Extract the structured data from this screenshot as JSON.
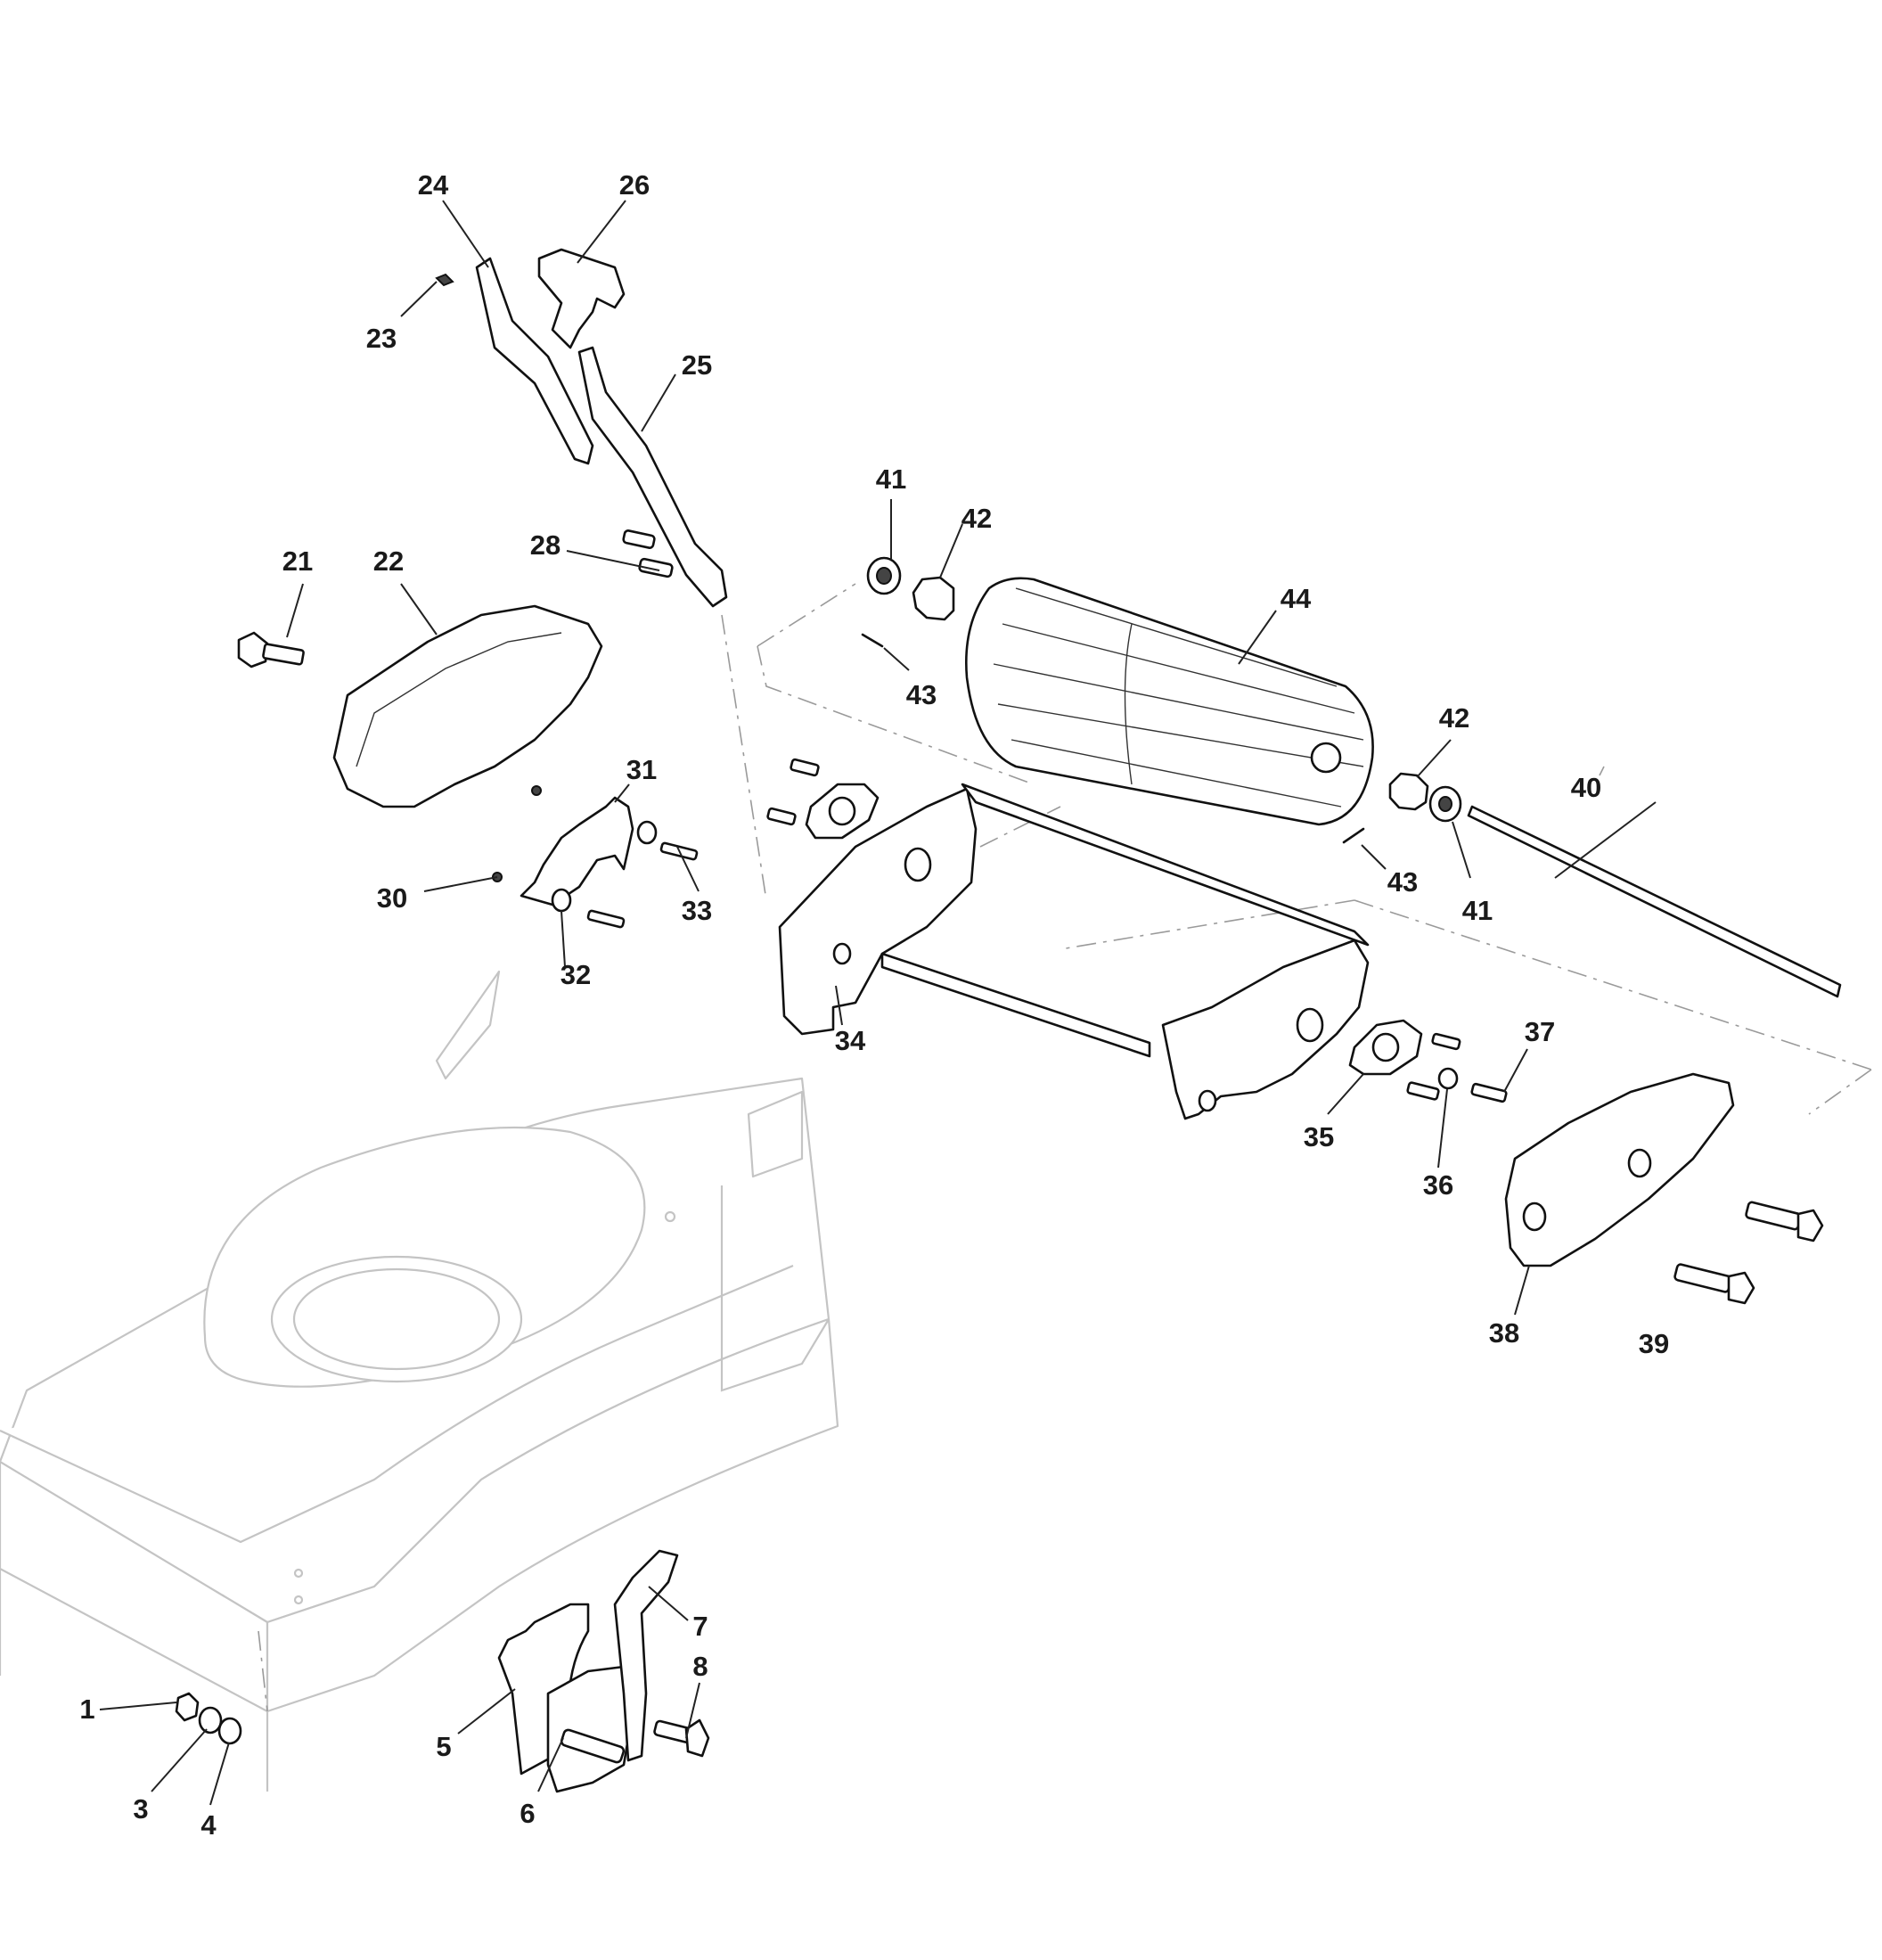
{
  "diagram": {
    "callouts": [
      {
        "id": "c1",
        "label": "1"
      },
      {
        "id": "c3",
        "label": "3"
      },
      {
        "id": "c4",
        "label": "4"
      },
      {
        "id": "c5",
        "label": "5"
      },
      {
        "id": "c6",
        "label": "6"
      },
      {
        "id": "c7",
        "label": "7"
      },
      {
        "id": "c8",
        "label": "8"
      },
      {
        "id": "c21",
        "label": "21"
      },
      {
        "id": "c22",
        "label": "22"
      },
      {
        "id": "c23",
        "label": "23"
      },
      {
        "id": "c24",
        "label": "24"
      },
      {
        "id": "c25",
        "label": "25"
      },
      {
        "id": "c26",
        "label": "26"
      },
      {
        "id": "c28",
        "label": "28"
      },
      {
        "id": "c30",
        "label": "30"
      },
      {
        "id": "c31",
        "label": "31"
      },
      {
        "id": "c32",
        "label": "32"
      },
      {
        "id": "c33",
        "label": "33"
      },
      {
        "id": "c34",
        "label": "34"
      },
      {
        "id": "c35",
        "label": "35"
      },
      {
        "id": "c36",
        "label": "36"
      },
      {
        "id": "c37",
        "label": "37"
      },
      {
        "id": "c38",
        "label": "38"
      },
      {
        "id": "c39",
        "label": "39"
      },
      {
        "id": "c40",
        "label": "40"
      },
      {
        "id": "c41a",
        "label": "41"
      },
      {
        "id": "c41b",
        "label": "41"
      },
      {
        "id": "c42a",
        "label": "42"
      },
      {
        "id": "c42b",
        "label": "42"
      },
      {
        "id": "c43a",
        "label": "43"
      },
      {
        "id": "c43b",
        "label": "43"
      },
      {
        "id": "c44",
        "label": "44"
      }
    ]
  }
}
